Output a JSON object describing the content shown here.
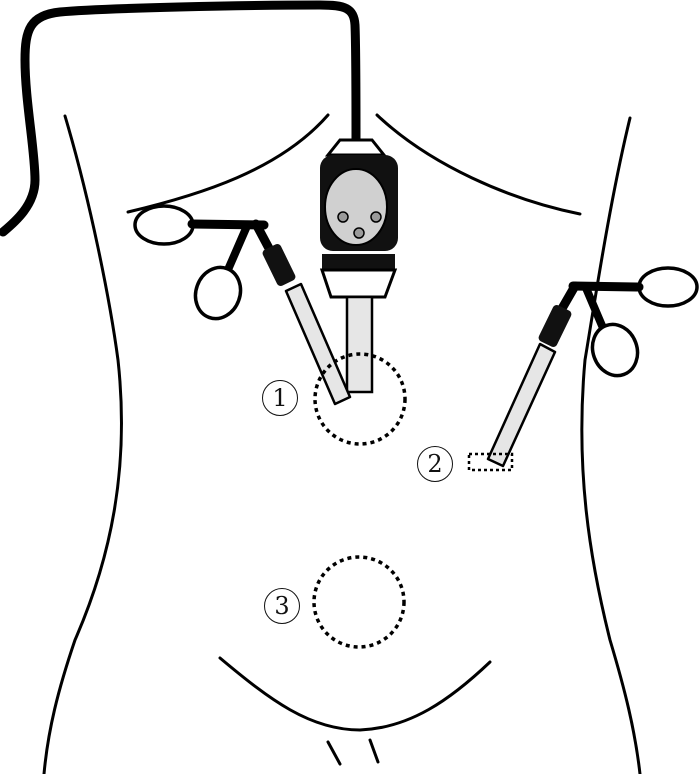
{
  "labels": {
    "one": "1",
    "two": "2",
    "three": "3"
  },
  "colors": {
    "line": "#000000",
    "instrument_shaft": "#e6e6e6",
    "camera_lens": "#d0d0d0",
    "background": "#ffffff"
  },
  "icons": [
    "camera-icon",
    "grasper-icon",
    "trocar-site-icon"
  ]
}
